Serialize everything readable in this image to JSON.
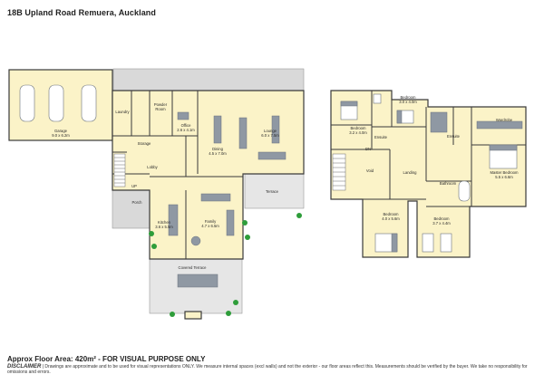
{
  "title": "18B Upland Road Remuera, Auckland",
  "footer": {
    "area": "Approx Floor Area: 420m² - FOR VISUAL PURPOSE ONLY",
    "disclaimer_label": "DISCLAIMER",
    "disclaimer_text": "| Drawings are approximate and to be used for visual representations ONLY. We measure internal spaces (excl walls) and not the exterior - our floor areas reflect this. Measurements should be verified by the buyer. We take no responsibility for omissions and errors."
  },
  "rooms": {
    "garage": [
      "Garage",
      "9.0 x 6.2m"
    ],
    "laundry": [
      "Laundry"
    ],
    "powder": [
      "Powder",
      "Room"
    ],
    "office": [
      "Office",
      "2.6 x 4.1m"
    ],
    "storage": [
      "Storage"
    ],
    "dining": [
      "Dining",
      "4.5 x 7.0m"
    ],
    "lounge": [
      "Lounge",
      "6.0 x 7.5m"
    ],
    "lobby": [
      "Lobby"
    ],
    "up_ground": "UP",
    "porch": [
      "Porch"
    ],
    "terrace": [
      "Terrace"
    ],
    "kitchen": [
      "Kitchen",
      "3.6 x 5.5m"
    ],
    "family": [
      "Family",
      "4.7 x 6.5m"
    ],
    "covered_terrace": [
      "Covered Terrace"
    ],
    "bedroom_a": [
      "Bedroom",
      "3.2 x 4.0m"
    ],
    "ensuite_a": [
      "Ensuite"
    ],
    "bedroom_b": [
      "Bedroom",
      "3.0 x 4.0m"
    ],
    "void": [
      "Void"
    ],
    "landing": [
      "Landing"
    ],
    "dn": "DN",
    "ensuite_b": [
      "Ensuite"
    ],
    "wardrobe": [
      "Wardrobe"
    ],
    "master": [
      "Master Bedroom",
      "5.5 x 6.6m"
    ],
    "bathroom": [
      "Bathroom"
    ],
    "bedroom_c": [
      "Bedroom",
      "4.0 x 5.6m"
    ],
    "bedroom_d": [
      "Bedroom",
      "3.7 x 4.4m"
    ]
  }
}
